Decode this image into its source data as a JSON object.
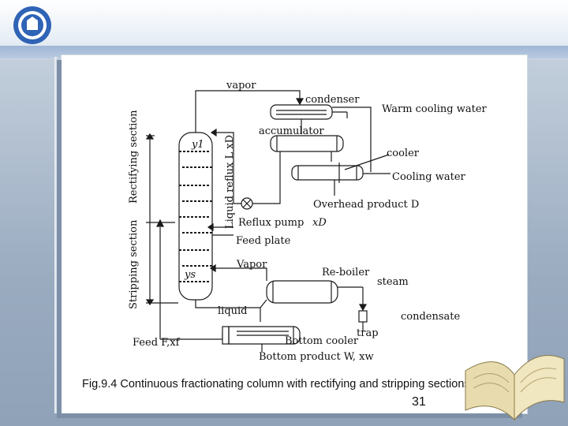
{
  "colors": {
    "line": "#1a1a1a",
    "page": "#ffffff",
    "accent": "#2f63b6"
  },
  "logo": {
    "icon": "university-seal-icon"
  },
  "diagram": {
    "labels": {
      "vapor_top": "vapor",
      "condenser": "condenser",
      "warm_water": "Warm cooling water",
      "accumulator": "accumulator",
      "cooler": "cooler",
      "cooling_water": "Cooling water",
      "overhead_product": "Overhead product D",
      "reflux_pump": "Reflux pump",
      "xd": "xD",
      "feed_plate": "Feed plate",
      "vapor_mid": "Vapor",
      "reboiler": "Re-boiler",
      "steam": "steam",
      "liquid": "liquid",
      "condensate": "condensate",
      "trap": "trap",
      "bottom_cooler": "Bottom cooler",
      "bottom_product": "Bottom product W, xw",
      "feed": "Feed F,xf",
      "y1": "y1",
      "ys": "ys",
      "rectifying": "Rectifying section",
      "stripping": "Stripping section",
      "liquid_reflux": "Liquid reflux L xD"
    }
  },
  "caption": "Fig.9.4  Continuous fractionating column with rectifying and stripping sections",
  "page_number": "31",
  "decor": {
    "book_icon": "open-book-icon"
  }
}
